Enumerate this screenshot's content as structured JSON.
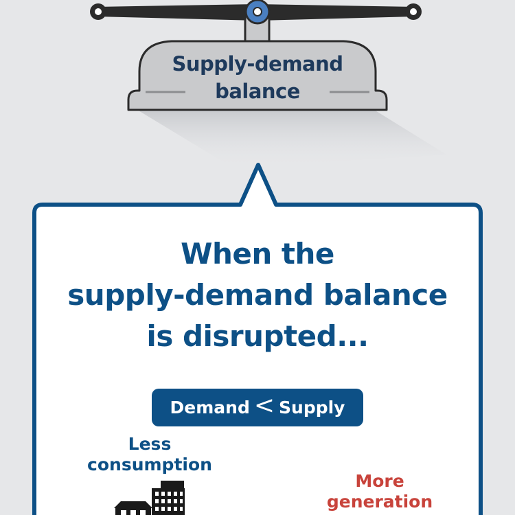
{
  "scale": {
    "label_line1": "Supply-demand",
    "label_line2": "balance"
  },
  "callout": {
    "heading_line1": "When the",
    "heading_line2": "supply-demand balance",
    "heading_line3": "is disrupted...",
    "comparison": {
      "left": "Demand",
      "operator": "<",
      "right": "Supply"
    },
    "demand_label_line1": "Less",
    "demand_label_line2": "consumption",
    "supply_label_line1": "More",
    "supply_label_line2": "generation"
  },
  "colors": {
    "background": "#e6e7e9",
    "navy": "#0d5086",
    "scale_text": "#1e3a5c",
    "scale_body": "#c9cacc",
    "generation_red": "#c8433b",
    "pivot_blue": "#4a7fc1"
  },
  "icons": [
    "scale-icon",
    "building-icon",
    "factory-icon"
  ]
}
